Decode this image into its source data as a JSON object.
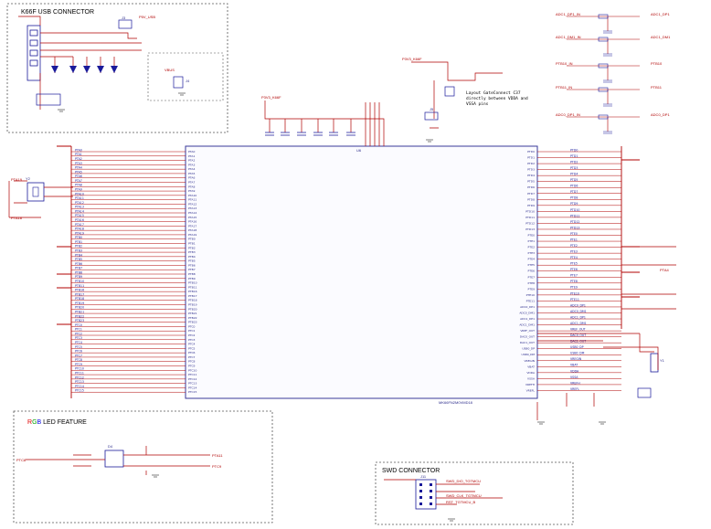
{
  "title_usb": "K66F USB CONNECTOR",
  "title_rgb_r": "R",
  "title_rgb_g": "G",
  "title_rgb_b": "B",
  "title_rgb_rest": " LED FEATURE",
  "title_swd": "SWD CONNECTOR",
  "note_layout": [
    "Layout GateConnect C37",
    "directly between VDDA and",
    "VSSA pins"
  ],
  "colors": {
    "net": "#b00000",
    "bus": "#1a1a9a",
    "wire": "#000000",
    "chip": "#3a3a9a",
    "box": "#555555",
    "red": "#e00000",
    "green": "#00a000",
    "blue": "#0000e0"
  },
  "chip_ref": "U6",
  "chip_part": "MK66FN2M0VMD18",
  "left_nets": [
    "PTA0",
    "PTA1",
    "PTA2",
    "PTA3",
    "PTA4",
    "PTA5",
    "PTA6",
    "PTA7",
    "PTA8",
    "PTA9",
    "PTA10",
    "PTA11",
    "PTA12",
    "PTA13",
    "PTA14",
    "PTA15",
    "PTA16",
    "PTA17",
    "PTA18",
    "PTA19",
    "PTB0",
    "PTB1",
    "PTB2",
    "PTB3",
    "PTB4",
    "PTB5",
    "PTB6",
    "PTB7",
    "PTB8",
    "PTB9",
    "PTB10",
    "PTB11",
    "PTB16",
    "PTB17",
    "PTB18",
    "PTB19",
    "PTB20",
    "PTB21",
    "PTB22",
    "PTB23",
    "PTC0",
    "PTC1",
    "PTC2",
    "PTC3",
    "PTC4",
    "PTC5",
    "PTC6",
    "PTC7",
    "PTC8",
    "PTC9",
    "PTC10",
    "PTC11",
    "PTC12",
    "PTC13",
    "PTC14",
    "PTC15"
  ],
  "right_nets": [
    "PTD0",
    "PTD1",
    "PTD2",
    "PTD3",
    "PTD4",
    "PTD5",
    "PTD6",
    "PTD7",
    "PTD8",
    "PTD9",
    "PTD10",
    "PTD11",
    "PTD12",
    "PTD13",
    "PTE0",
    "PTE1",
    "PTE2",
    "PTE3",
    "PTE4",
    "PTE5",
    "PTE6",
    "PTE7",
    "PTE8",
    "PTE9",
    "PTE10",
    "PTE11",
    "ADC0_DP1",
    "ADC0_DM1",
    "ADC1_DP1",
    "ADC1_DM1",
    "VREF_OUT",
    "DAC0_OUT",
    "DAC1_OUT",
    "USB0_DP",
    "USB0_DM",
    "VREGIN",
    "VBAT",
    "VDDA",
    "VSSA",
    "VREFH",
    "VREFL"
  ],
  "adc_labels": [
    {
      "left": "ADC1_DP1_IN",
      "right": "ADC1_DP1"
    },
    {
      "left": "ADC1_DM1_IN",
      "right": "ADC1_DM1"
    },
    {
      "left": "PTB10_IN",
      "right": "PTB10"
    },
    {
      "left": "PTB11_IN",
      "right": "PTB11"
    },
    {
      "left": "ADC0_DP1_IN",
      "right": "ADC0_DP1"
    }
  ],
  "misc_labels": {
    "p3v3": "P3V3_K66F",
    "usb_vbus": "P5V_USB",
    "vbus_label": "VBUS",
    "j3": "J3",
    "j4": "J4",
    "j5": "J5",
    "y1": "Y1",
    "y2": "Y2",
    "led_d": "D4",
    "swd_j": "J11",
    "swd_net1": "SWD_DIO_TGTMCU",
    "swd_net2": "SWD_CLK_TGTMCU",
    "swd_net3": "RST_TGTMCU_B",
    "pta11": "PTA11",
    "ptc9": "PTC9",
    "ptc8": "PTC8",
    "pta4": "PTA4",
    "pta19": "PTA19",
    "pta18": "PTA18"
  }
}
